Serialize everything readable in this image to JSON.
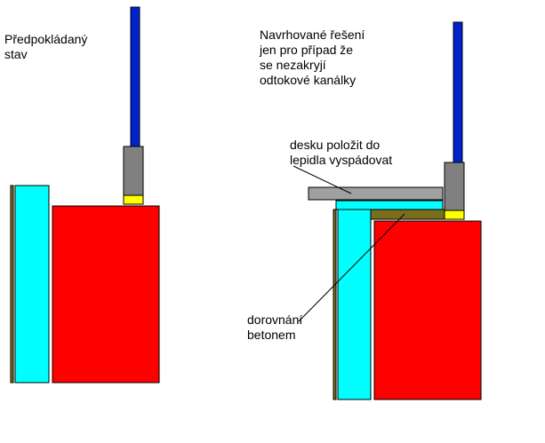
{
  "left_caption": {
    "line1": "Předpokládaný",
    "line2": "stav"
  },
  "right_caption": {
    "line1": "Navrhované řešení",
    "line2": "jen pro případ že",
    "line3": "se nezakryjí",
    "line4": "odtokové kanálky"
  },
  "tile_note": {
    "line1": "desku položit do",
    "line2": "lepidla vyspádovat"
  },
  "concrete_note": {
    "line1": "dorovnání",
    "line2": "betonem"
  },
  "colors": {
    "pipe_blue": "#0022cc",
    "sleeve_gray": "#808080",
    "seal_yellow": "#ffff00",
    "wall_cyan": "#00ffff",
    "wall_edge_olive": "#7a6e1c",
    "block_red": "#ff0000",
    "tile_gray": "#a0a0a0",
    "concrete_olive": "#7a6e1c",
    "outline": "#000000"
  }
}
